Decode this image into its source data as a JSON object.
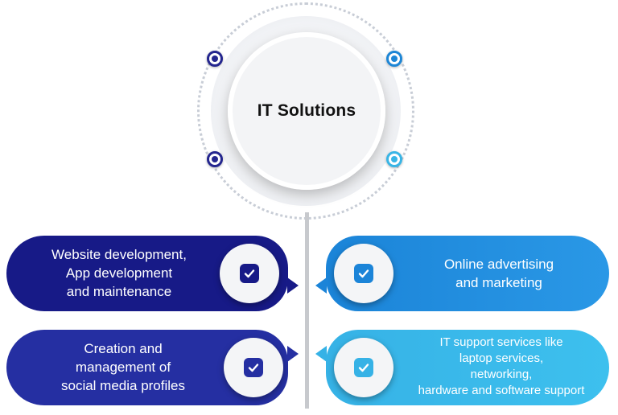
{
  "hub": {
    "title": "IT Solutions"
  },
  "cards": [
    {
      "lines": [
        "Website development,",
        "App development",
        "and maintenance"
      ],
      "color": "#171a87"
    },
    {
      "lines": [
        "Online advertising",
        "and marketing"
      ],
      "color": "#1b84d8"
    },
    {
      "lines": [
        "Creation and",
        "management of",
        "social media profiles"
      ],
      "color": "#252fa2"
    },
    {
      "lines": [
        "IT support services like",
        "laptop services,",
        "networking,",
        "hardware and software support"
      ],
      "color": "#36b2e6"
    }
  ],
  "icons": {
    "card_badge": "check-icon",
    "hub_dots": "dot-icon"
  },
  "colors": {
    "navy": "#24268f",
    "blue": "#1d86d6",
    "cyan": "#38b5e6",
    "divider": "#c7c9cd"
  }
}
